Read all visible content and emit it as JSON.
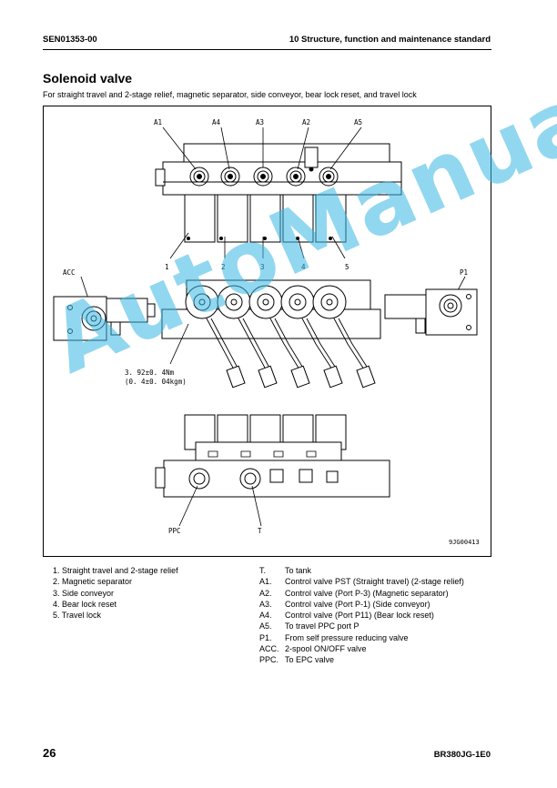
{
  "header": {
    "left": "SEN01353-00",
    "right": "10 Structure, function and maintenance standard"
  },
  "title": "Solenoid valve",
  "subtitle": "For straight travel and 2-stage relief, magnetic separator, side conveyor, bear lock reset, and travel lock",
  "figure": {
    "top_labels": [
      "A1",
      "A4",
      "A3",
      "A2",
      "A5"
    ],
    "number_labels": [
      "1",
      "2",
      "3",
      "4",
      "5"
    ],
    "acc_label": "ACC",
    "p1_label": "P1",
    "torque_line1": "3. 92±0. 4Nm",
    "torque_line2": "(0. 4±0. 04kgm)",
    "ppc_label": "PPC",
    "t_label": "T",
    "fig_code": "9JG00413"
  },
  "legend_left": [
    "1. Straight travel and 2-stage relief",
    "2. Magnetic separator",
    "3. Side conveyor",
    "4. Bear lock reset",
    "5. Travel lock"
  ],
  "legend_right": [
    {
      "key": "T.",
      "text": "To tank"
    },
    {
      "key": "A1.",
      "text": "Control valve PST (Straight travel) (2-stage relief)"
    },
    {
      "key": "A2.",
      "text": "Control valve (Port P-3) (Magnetic separator)"
    },
    {
      "key": "A3.",
      "text": "Control valve (Port P-1) (Side conveyor)"
    },
    {
      "key": "A4.",
      "text": "Control valve (Port P11) (Bear lock reset)"
    },
    {
      "key": "A5.",
      "text": "To travel PPC port P"
    },
    {
      "key": "P1.",
      "text": "From self pressure reducing valve"
    },
    {
      "key": "ACC.",
      "text": "2-spool ON/OFF valve"
    },
    {
      "key": "PPC.",
      "text": "To EPC valve"
    }
  ],
  "watermark": "AutoManual",
  "footer": {
    "page": "26",
    "code": "BR380JG-1E0"
  }
}
